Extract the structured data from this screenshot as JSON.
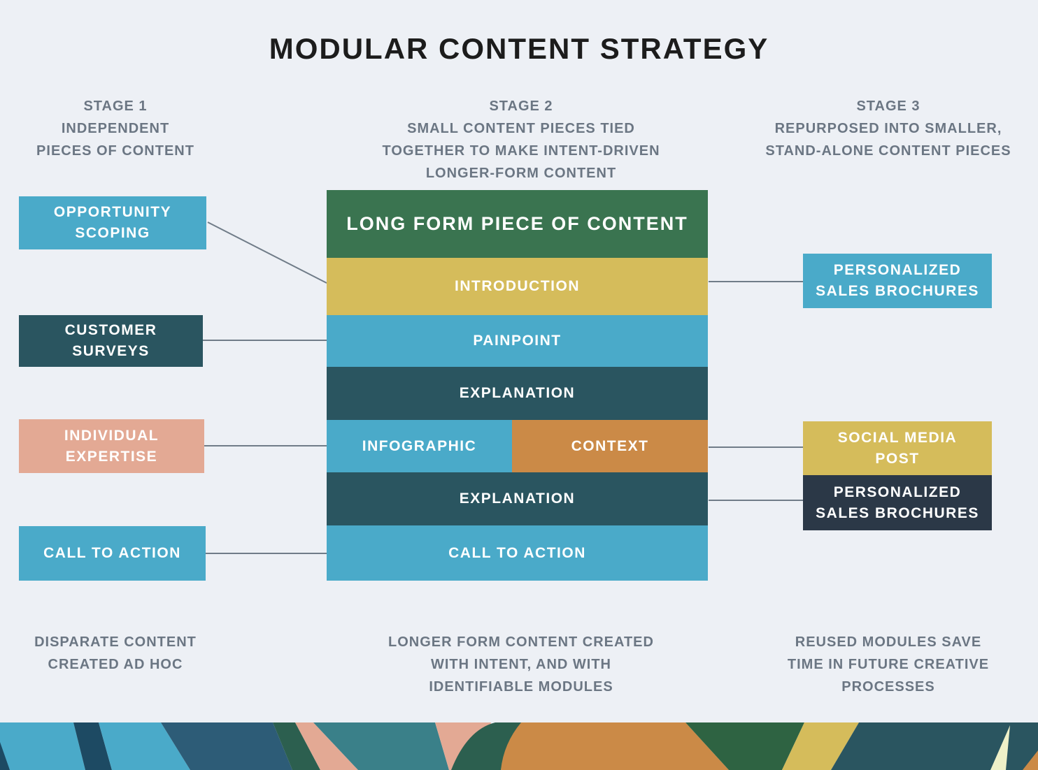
{
  "title": "MODULAR CONTENT STRATEGY",
  "colors": {
    "background": "#edf0f5",
    "teal": "#4aaac9",
    "dark_teal": "#2a5560",
    "green": "#3a7450",
    "gold": "#d5bc5b",
    "orange": "#cb8a47",
    "pink": "#e3a994",
    "navy": "#2b3847",
    "deep_blue": "#1d4a63",
    "slate_blue": "#2d5c77",
    "sea_green": "#3a8089",
    "leaf_green": "#2c5f4f",
    "forest_green": "#2e6342",
    "cream": "#eef0c8",
    "heading_gray": "#6b7683",
    "connector": "#707c88",
    "title_color": "#1c1c1c"
  },
  "stage_headers": [
    {
      "text": "STAGE 1\nINDEPENDENT\nPIECES OF CONTENT"
    },
    {
      "text": "STAGE 2\nSMALL CONTENT PIECES TIED\nTOGETHER TO MAKE INTENT-DRIVEN\nLONGER-FORM CONTENT"
    },
    {
      "text": "STAGE 3\nREPURPOSED INTO SMALLER,\nSTAND-ALONE CONTENT PIECES"
    }
  ],
  "stage1_boxes": [
    {
      "label": "OPPORTUNITY\nSCOPING",
      "color": "teal"
    },
    {
      "label": "CUSTOMER\nSURVEYS",
      "color": "dark_teal"
    },
    {
      "label": "INDIVIDUAL\nEXPERTISE",
      "color": "pink"
    },
    {
      "label": "CALL TO ACTION",
      "color": "teal"
    }
  ],
  "long_form": {
    "header": "LONG FORM PIECE OF CONTENT",
    "rows": [
      {
        "label": "INTRODUCTION",
        "color": "gold"
      },
      {
        "label": "PAINPOINT",
        "color": "teal"
      },
      {
        "label": "EXPLANATION",
        "color": "dark_teal"
      },
      {
        "label": "INFOGRAPHIC",
        "color": "teal"
      },
      {
        "label": "CONTEXT",
        "color": "orange"
      },
      {
        "label": "EXPLANATION",
        "color": "dark_teal"
      },
      {
        "label": "CALL TO ACTION",
        "color": "teal"
      }
    ]
  },
  "stage3_boxes": [
    {
      "label": "PERSONALIZED\nSALES BROCHURES",
      "color": "teal"
    },
    {
      "label": "SOCIAL MEDIA\nPOST",
      "color": "gold"
    },
    {
      "label": "PERSONALIZED\nSALES BROCHURES",
      "color": "navy"
    }
  ],
  "captions": [
    {
      "text": "DISPARATE CONTENT\nCREATED AD HOC"
    },
    {
      "text": "LONGER FORM CONTENT CREATED\nWITH INTENT, AND WITH\nIDENTIFIABLE MODULES"
    },
    {
      "text": "REUSED MODULES SAVE\nTIME IN FUTURE CREATIVE\nPROCESSES"
    }
  ]
}
